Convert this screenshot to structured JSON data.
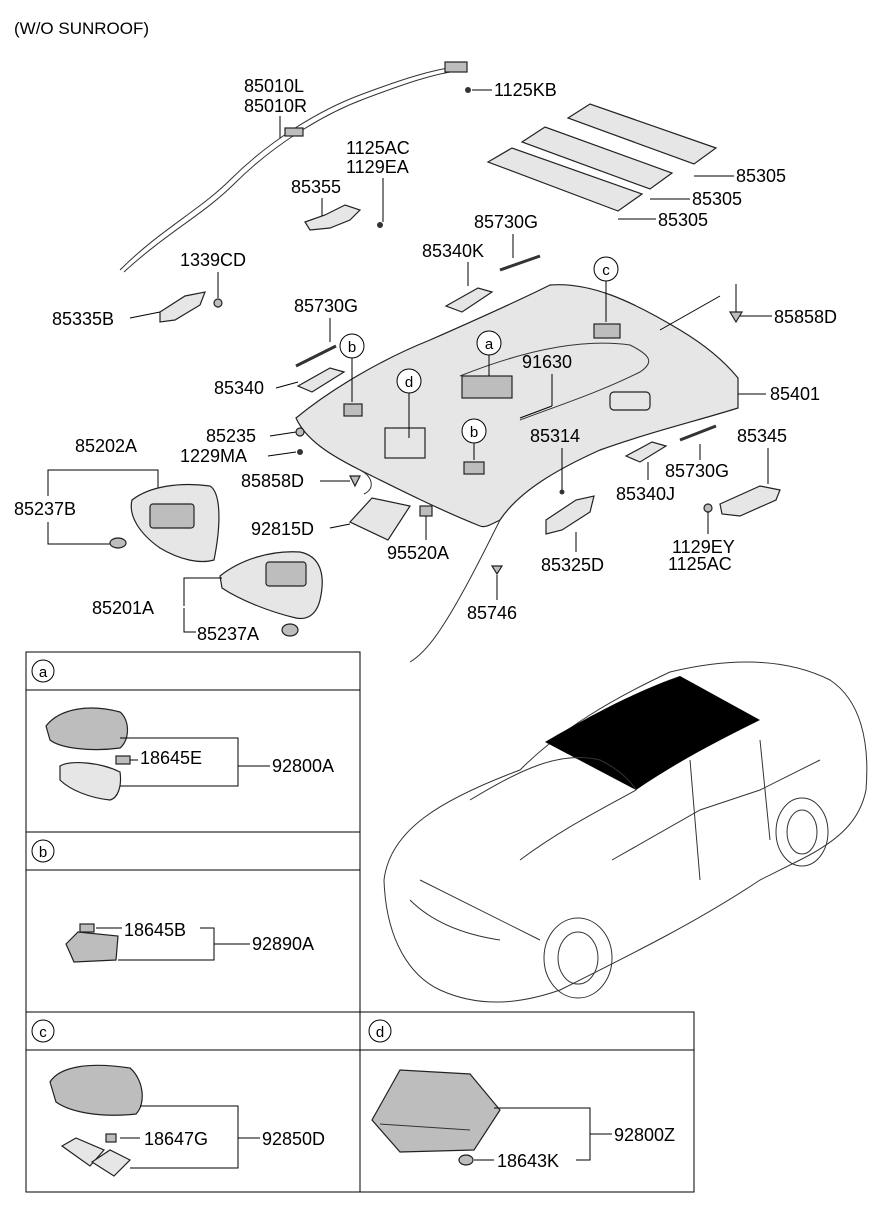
{
  "header": {
    "note": "(W/O SUNROOF)"
  },
  "callouts": {
    "a": "a",
    "b": "b",
    "c": "c",
    "d": "d"
  },
  "parts": {
    "p85010L": "85010L",
    "p85010R": "85010R",
    "p1125KB": "1125KB",
    "p1125AC_top": "1125AC",
    "p1129EA": "1129EA",
    "p85355": "85355",
    "p85305_1": "85305",
    "p85305_2": "85305",
    "p85305_3": "85305",
    "p85730G_1": "85730G",
    "p85340K": "85340K",
    "p1339CD": "1339CD",
    "p85335B": "85335B",
    "p85730G_2": "85730G",
    "p85858D_1": "85858D",
    "p91630": "91630",
    "p85340": "85340",
    "p85401": "85401",
    "p85235": "85235",
    "p1229MA": "1229MA",
    "p85314": "85314",
    "p85345": "85345",
    "p85202A": "85202A",
    "p85858D_2": "85858D",
    "p85730G_3": "85730G",
    "p85340J": "85340J",
    "p85237B": "85237B",
    "p92815D": "92815D",
    "p95520A": "95520A",
    "p85325D": "85325D",
    "p1129EY": "1129EY",
    "p1125AC_bot": "1125AC",
    "p85201A": "85201A",
    "p85746": "85746",
    "p85237A": "85237A"
  },
  "details": {
    "a": {
      "bulb": "18645E",
      "assy": "92800A"
    },
    "b": {
      "bulb": "18645B",
      "assy": "92890A"
    },
    "c": {
      "bulb": "18647G",
      "assy": "92850D"
    },
    "d": {
      "bulb": "18643K",
      "assy": "92800Z"
    }
  }
}
